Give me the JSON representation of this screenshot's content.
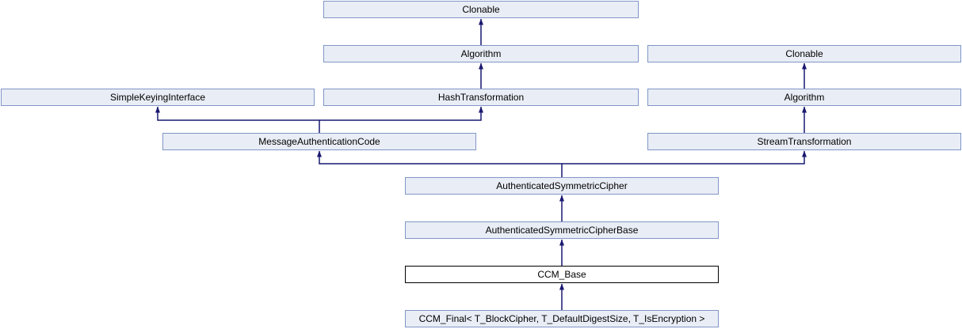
{
  "colors": {
    "background": "#ffffff",
    "node_fill": "#e9edf5",
    "node_border": "#8096c7",
    "edge": "#191970",
    "highlight_border": "#000000",
    "highlight_fill": "#ffffff",
    "text": "#000000"
  },
  "diagram": {
    "type": "class-inheritance-graph",
    "current_class": "CCM_Base",
    "nodes": [
      {
        "id": "clonable-top",
        "label": "Clonable",
        "highlighted": false
      },
      {
        "id": "algorithm-mid",
        "label": "Algorithm",
        "highlighted": false
      },
      {
        "id": "clonable-right",
        "label": "Clonable",
        "highlighted": false
      },
      {
        "id": "simple-keying-interface",
        "label": "SimpleKeyingInterface",
        "highlighted": false
      },
      {
        "id": "hash-transformation",
        "label": "HashTransformation",
        "highlighted": false
      },
      {
        "id": "algorithm-right",
        "label": "Algorithm",
        "highlighted": false
      },
      {
        "id": "message-authentication-code",
        "label": "MessageAuthenticationCode",
        "highlighted": false
      },
      {
        "id": "stream-transformation",
        "label": "StreamTransformation",
        "highlighted": false
      },
      {
        "id": "authenticated-symmetric-cipher",
        "label": "AuthenticatedSymmetricCipher",
        "highlighted": false
      },
      {
        "id": "authenticated-symmetric-cipher-base",
        "label": "AuthenticatedSymmetricCipherBase",
        "highlighted": false
      },
      {
        "id": "ccm-base",
        "label": "CCM_Base",
        "highlighted": true
      },
      {
        "id": "ccm-final",
        "label": "CCM_Final< T_BlockCipher, T_DefaultDigestSize, T_IsEncryption >",
        "highlighted": false
      }
    ],
    "edges": [
      {
        "derived": "algorithm-mid",
        "base": "clonable-top"
      },
      {
        "derived": "hash-transformation",
        "base": "algorithm-mid"
      },
      {
        "derived": "algorithm-right",
        "base": "clonable-right"
      },
      {
        "derived": "stream-transformation",
        "base": "algorithm-right"
      },
      {
        "derived": "message-authentication-code",
        "base": "simple-keying-interface"
      },
      {
        "derived": "message-authentication-code",
        "base": "hash-transformation"
      },
      {
        "derived": "authenticated-symmetric-cipher",
        "base": "message-authentication-code"
      },
      {
        "derived": "authenticated-symmetric-cipher",
        "base": "stream-transformation"
      },
      {
        "derived": "authenticated-symmetric-cipher-base",
        "base": "authenticated-symmetric-cipher"
      },
      {
        "derived": "ccm-base",
        "base": "authenticated-symmetric-cipher-base"
      },
      {
        "derived": "ccm-final",
        "base": "ccm-base"
      }
    ]
  }
}
